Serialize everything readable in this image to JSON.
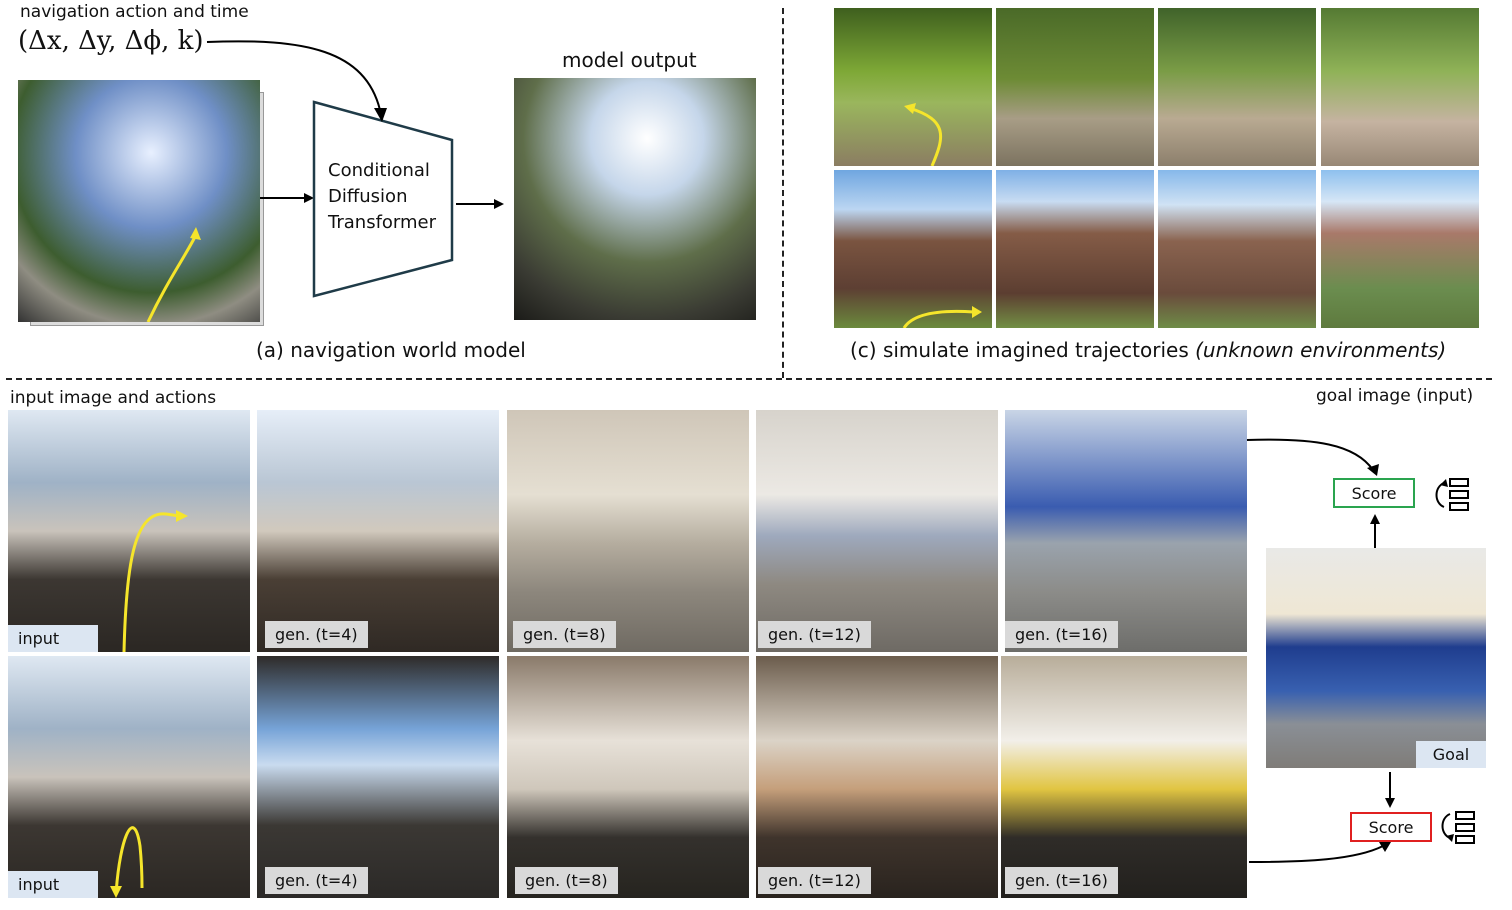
{
  "top_left": {
    "action_label": "navigation action and time",
    "action_formula": "(Δx, Δy, Δϕ, k)",
    "model_line1": "Conditional",
    "model_line2": "Diffusion",
    "model_line3": "Transformer",
    "output_title": "model output",
    "caption": "(a) navigation world model"
  },
  "top_right": {
    "caption_main": "(c) simulate imagined trajectories",
    "caption_italic": "(unknown environments)"
  },
  "bottom": {
    "input_title": "input image and actions",
    "goal_title": "goal image (input)",
    "row1_labels": [
      "input",
      "gen. (t=4)",
      "gen. (t=8)",
      "gen. (t=12)",
      "gen. (t=16)"
    ],
    "row2_labels": [
      "input",
      "gen. (t=4)",
      "gen. (t=8)",
      "gen. (t=12)",
      "gen. (t=16)"
    ],
    "goal_label": "Goal",
    "score_top": "Score",
    "score_bottom": "Score"
  },
  "colors": {
    "trajectory": "#f5e52b",
    "score_good": "#2aa44f",
    "score_bad": "#e02020",
    "model_stroke": "#1f3b48"
  }
}
